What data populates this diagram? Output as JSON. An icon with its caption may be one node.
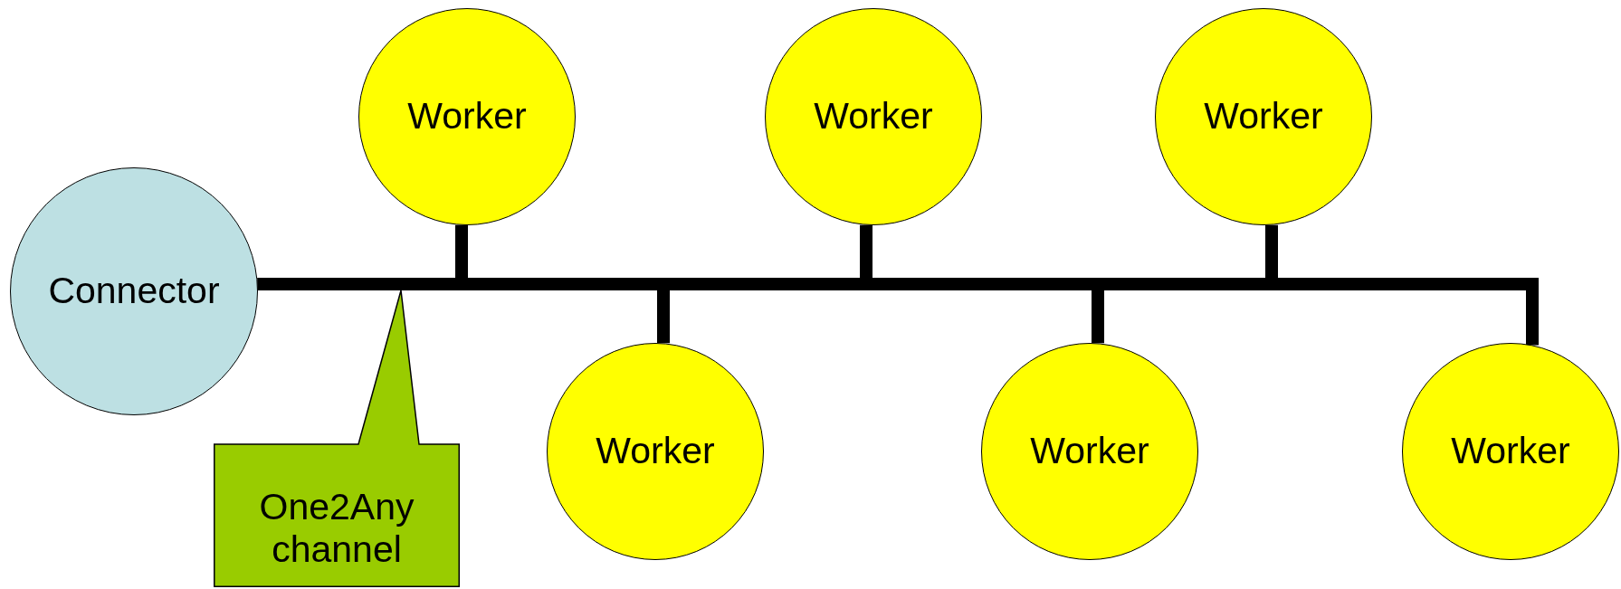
{
  "diagram": {
    "nodes": [
      {
        "text": [
          "Connector"
        ]
      },
      {
        "text": [
          "Worker"
        ]
      },
      {
        "text": [
          "Worker"
        ]
      },
      {
        "text": [
          "Worker"
        ]
      },
      {
        "text": [
          "Worker"
        ]
      },
      {
        "text": [
          "Worker"
        ]
      },
      {
        "text": [
          "Worker"
        ]
      },
      {
        "text": [
          "One2Any channel"
        ]
      }
    ],
    "edges": [
      {
        "from": 0,
        "to": 1,
        "arrow": "none"
      },
      {
        "from": 0,
        "to": 4,
        "arrow": "none"
      },
      {
        "from": 0,
        "to": 2,
        "arrow": "none"
      },
      {
        "from": 0,
        "to": 5,
        "arrow": "none"
      },
      {
        "from": 0,
        "to": 3,
        "arrow": "none"
      },
      {
        "from": 0,
        "to": 6,
        "arrow": "none"
      }
    ]
  }
}
